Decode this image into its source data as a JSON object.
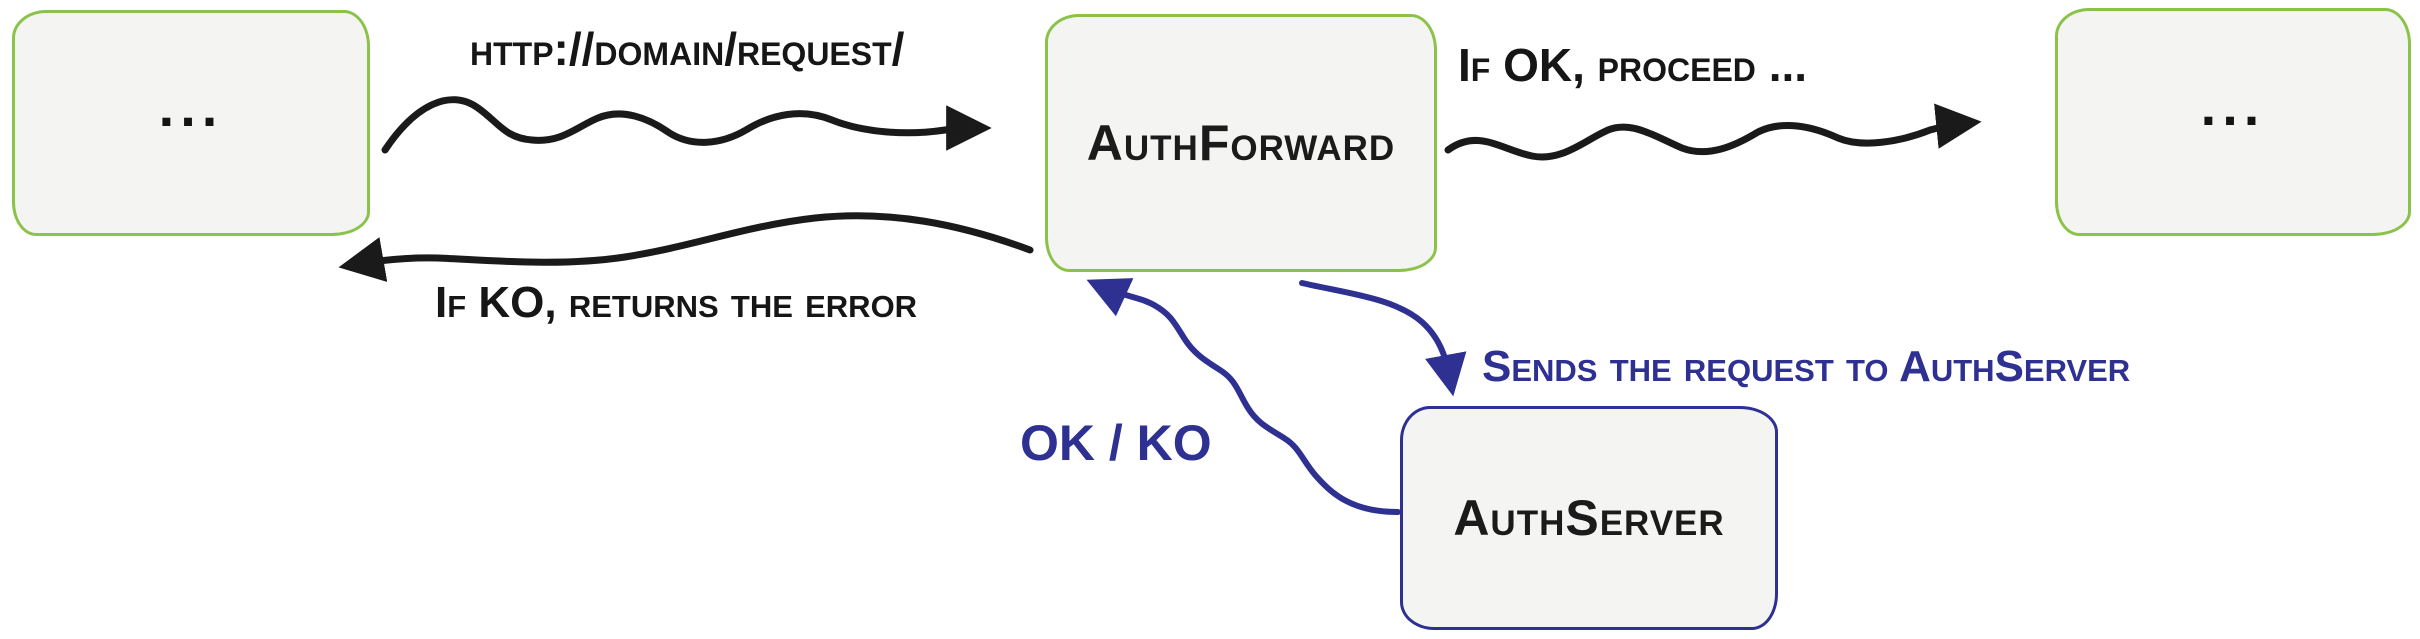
{
  "diagram": {
    "colors": {
      "node_green_border": "#8bc34a",
      "node_blue_border": "#2e3192",
      "blue_accent": "#2e3192",
      "arrow_black": "#1a1a1a",
      "node_fill": "#f4f4f2"
    },
    "nodes": {
      "left_client": {
        "label": "..."
      },
      "auth_forward": {
        "label": "AuthForward"
      },
      "right_upstream": {
        "label": "..."
      },
      "auth_server": {
        "label": "AuthServer"
      }
    },
    "edges": {
      "request": {
        "label": "http://domain/request/"
      },
      "if_ok": {
        "label": "If OK, proceed ..."
      },
      "if_ko": {
        "label": "If KO, returns the error"
      },
      "send_to_auth_server": {
        "label": "Sends the request to AuthServer"
      },
      "ok_ko": {
        "label": "OK / KO"
      }
    }
  }
}
